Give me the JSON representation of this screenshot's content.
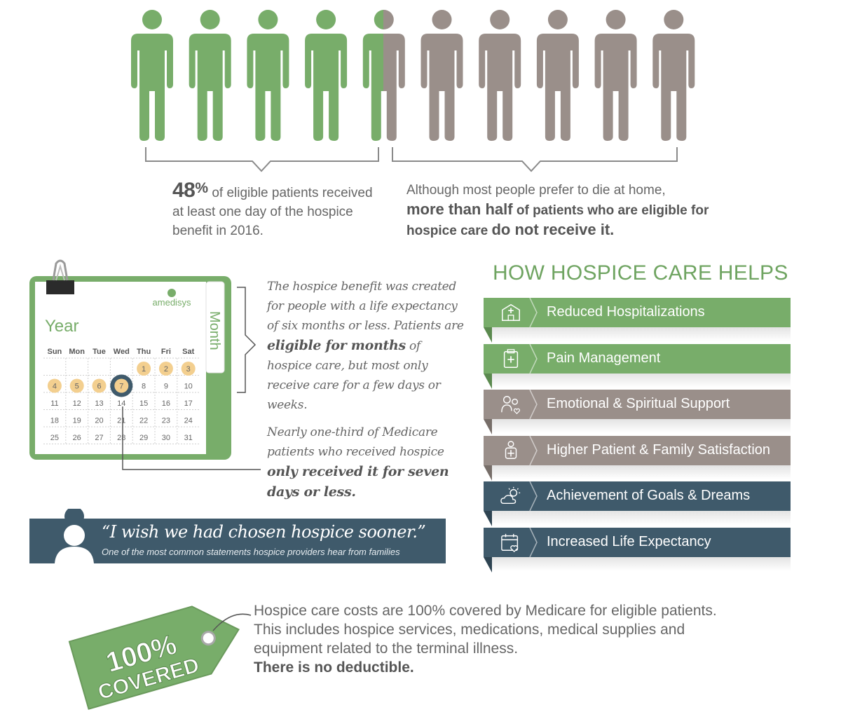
{
  "colors": {
    "green": "#78ad6a",
    "gray": "#9a8f8a",
    "navy": "#3f5a6b",
    "tan": "#f3cf8f"
  },
  "people": {
    "count": 10,
    "eligible_fraction": 0.48
  },
  "stat_left": {
    "value": "48",
    "suffix": "%",
    "text": "of eligible patients received at least one day of the hospice benefit in 2016."
  },
  "stat_right": {
    "line1": "Although most people prefer to die at home,",
    "emph1": "more than half",
    "mid": " of patients who are eligible for hospice care ",
    "emph2": "do not receive it."
  },
  "calendar": {
    "brand": "amedisys",
    "year_label": "Year",
    "month_label": "Month",
    "days": [
      "Sun",
      "Mon",
      "Tue",
      "Wed",
      "Thu",
      "Fri",
      "Sat"
    ],
    "highlighted": [
      "1",
      "2",
      "3",
      "4",
      "5",
      "6",
      "7"
    ],
    "circled": "7"
  },
  "quote1": {
    "part1": "The hospice benefit was created for people with a life expectancy of six months or less. Patients are ",
    "emph": "eligible for months",
    "part2": " of hospice care, but most only receive care for a few days or weeks."
  },
  "quote2": {
    "part1": "Nearly one-third of Medicare patients who received hospice ",
    "emph": "only received it for seven days or less."
  },
  "banner": {
    "quote": "“I wish we had chosen hospice sooner.”",
    "sub": "One of the most common statements hospice providers hear from families"
  },
  "helps": {
    "title": "HOW HOSPICE CARE HELPS",
    "items": [
      {
        "label": "Reduced Hospitalizations",
        "icon": "hospital-icon",
        "color": "green"
      },
      {
        "label": "Pain Management",
        "icon": "clipboard-medical-icon",
        "color": "green"
      },
      {
        "label": "Emotional & Spiritual Support",
        "icon": "caregiver-icon",
        "color": "gray"
      },
      {
        "label": "Higher Patient & Family Satisfaction",
        "icon": "patient-icon",
        "color": "gray"
      },
      {
        "label": "Achievement of Goals & Dreams",
        "icon": "sun-cloud-icon",
        "color": "navy"
      },
      {
        "label": "Increased Life Expectancy",
        "icon": "calendar-heart-icon",
        "color": "navy"
      }
    ]
  },
  "covered": {
    "tag_line1": "100%",
    "tag_line2": "COVERED",
    "text": "Hospice care costs are 100% covered by Medicare for eligible patients. This includes hospice services, medications, medical supplies and equipment related to the terminal illness.",
    "emph": "There is no deductible."
  }
}
